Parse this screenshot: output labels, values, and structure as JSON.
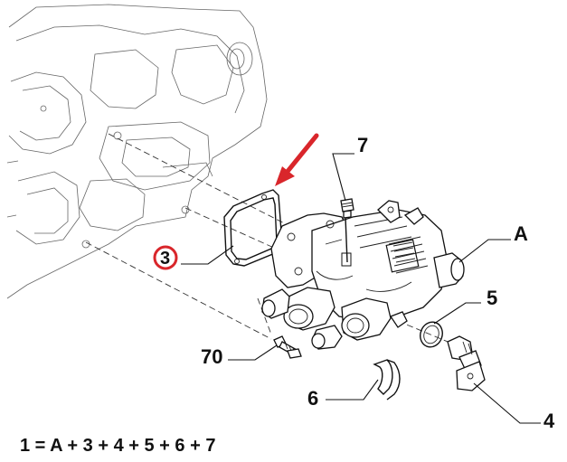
{
  "diagram": {
    "labels": {
      "part_7": "7",
      "part_A": "A",
      "part_3": "3",
      "part_5": "5",
      "part_70": "70",
      "part_6": "6",
      "part_4": "4"
    },
    "formula": "1 = A + 3 + 4 + 5 + 6 + 7",
    "colors": {
      "highlight_arrow": "#d9262b",
      "highlight_circle": "#d9262b",
      "line": "#111111"
    },
    "highlighted_part": "3"
  }
}
